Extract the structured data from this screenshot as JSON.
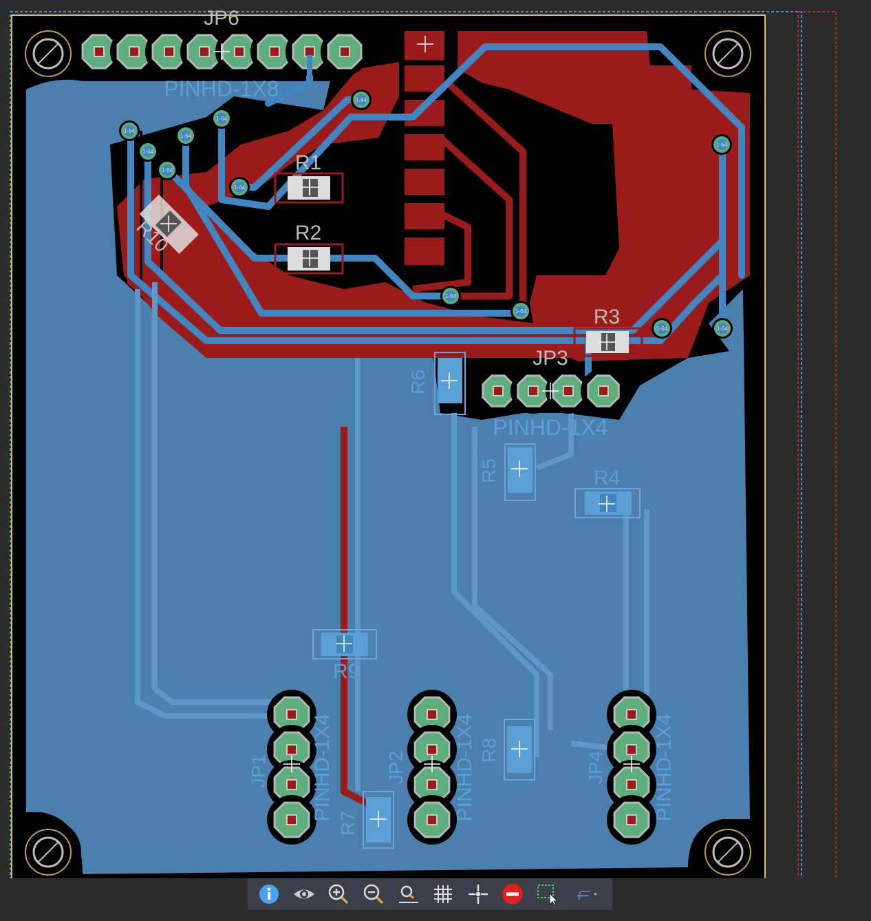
{
  "board": {
    "via_label": "1-64",
    "colors": {
      "background": "#2b2b2b",
      "board_black": "#000000",
      "top_copper": "#9b1b1b",
      "bottom_copper": "#4a7fae",
      "bottom_trace": "#3f86c2",
      "pad_green": "#5cae7c",
      "pad_outline": "#b8b8b8",
      "hole_gold": "#b8a24a",
      "outline_yellow": "#d4c24a",
      "frame_blue": "#4a8fcf",
      "frame_red": "#b52a2a",
      "silk_gray": "#bdbdbd",
      "silk_blue": "#5a9fd6"
    }
  },
  "components": {
    "jp6": {
      "name": "JP6",
      "value": "PINHD-1X8"
    },
    "jp3": {
      "name": "JP3",
      "value": "PINHD-1X4"
    },
    "jp1": {
      "name": "JP1",
      "value": "PINHD-1X4"
    },
    "jp2": {
      "name": "JP2",
      "value": "PINHD-1X4"
    },
    "jp4": {
      "name": "JP4",
      "value": "PINHD-1X4"
    },
    "r1": "R1",
    "r2": "R2",
    "r3": "R3",
    "r4": "R4",
    "r5": "R5",
    "r6": "R6",
    "r7": "R7",
    "r8": "R8",
    "r9": "R9",
    "r10": "R10"
  },
  "toolbar": {
    "items": [
      {
        "name": "info",
        "icon": "info-icon"
      },
      {
        "name": "show",
        "icon": "eye-icon"
      },
      {
        "name": "zoom-in",
        "icon": "zoom-in-icon"
      },
      {
        "name": "zoom-out",
        "icon": "zoom-out-icon"
      },
      {
        "name": "zoom-fit",
        "icon": "zoom-fit-icon"
      },
      {
        "name": "grid",
        "icon": "grid-icon"
      },
      {
        "name": "mark",
        "icon": "crosshair-icon"
      },
      {
        "name": "stop",
        "icon": "stop-icon"
      },
      {
        "name": "select",
        "icon": "select-icon"
      },
      {
        "name": "route",
        "icon": "route-icon"
      }
    ]
  }
}
